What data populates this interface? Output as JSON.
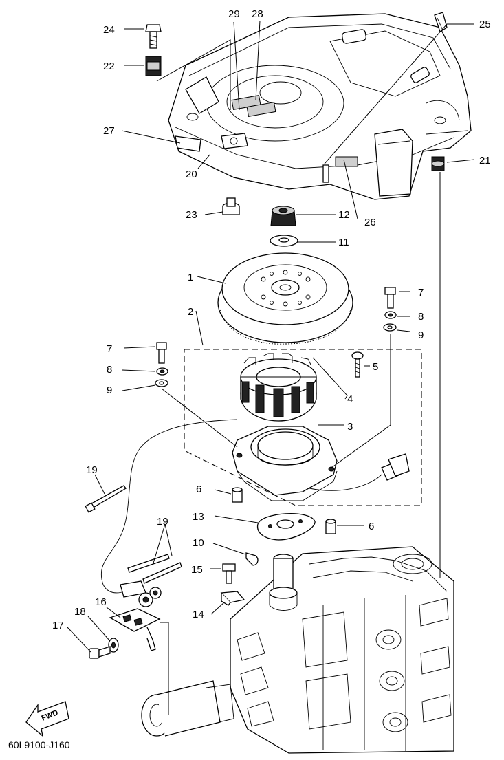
{
  "labels": {
    "l1": "1",
    "l2": "2",
    "l3": "3",
    "l4": "4",
    "l5": "5",
    "l6a": "6",
    "l6b": "6",
    "l7a": "7",
    "l7b": "7",
    "l8a": "8",
    "l8b": "8",
    "l9a": "9",
    "l9b": "9",
    "l10": "10",
    "l11": "11",
    "l12": "12",
    "l13": "13",
    "l14": "14",
    "l15": "15",
    "l16": "16",
    "l17": "17",
    "l18": "18",
    "l19a": "19",
    "l19b": "19",
    "l20": "20",
    "l21": "21",
    "l22": "22",
    "l23": "23",
    "l24": "24",
    "l25": "25",
    "l26": "26",
    "l27": "27",
    "l28": "28",
    "l29": "29"
  },
  "fwd_label": "FWD",
  "drawing_code": "60L9100-J160"
}
